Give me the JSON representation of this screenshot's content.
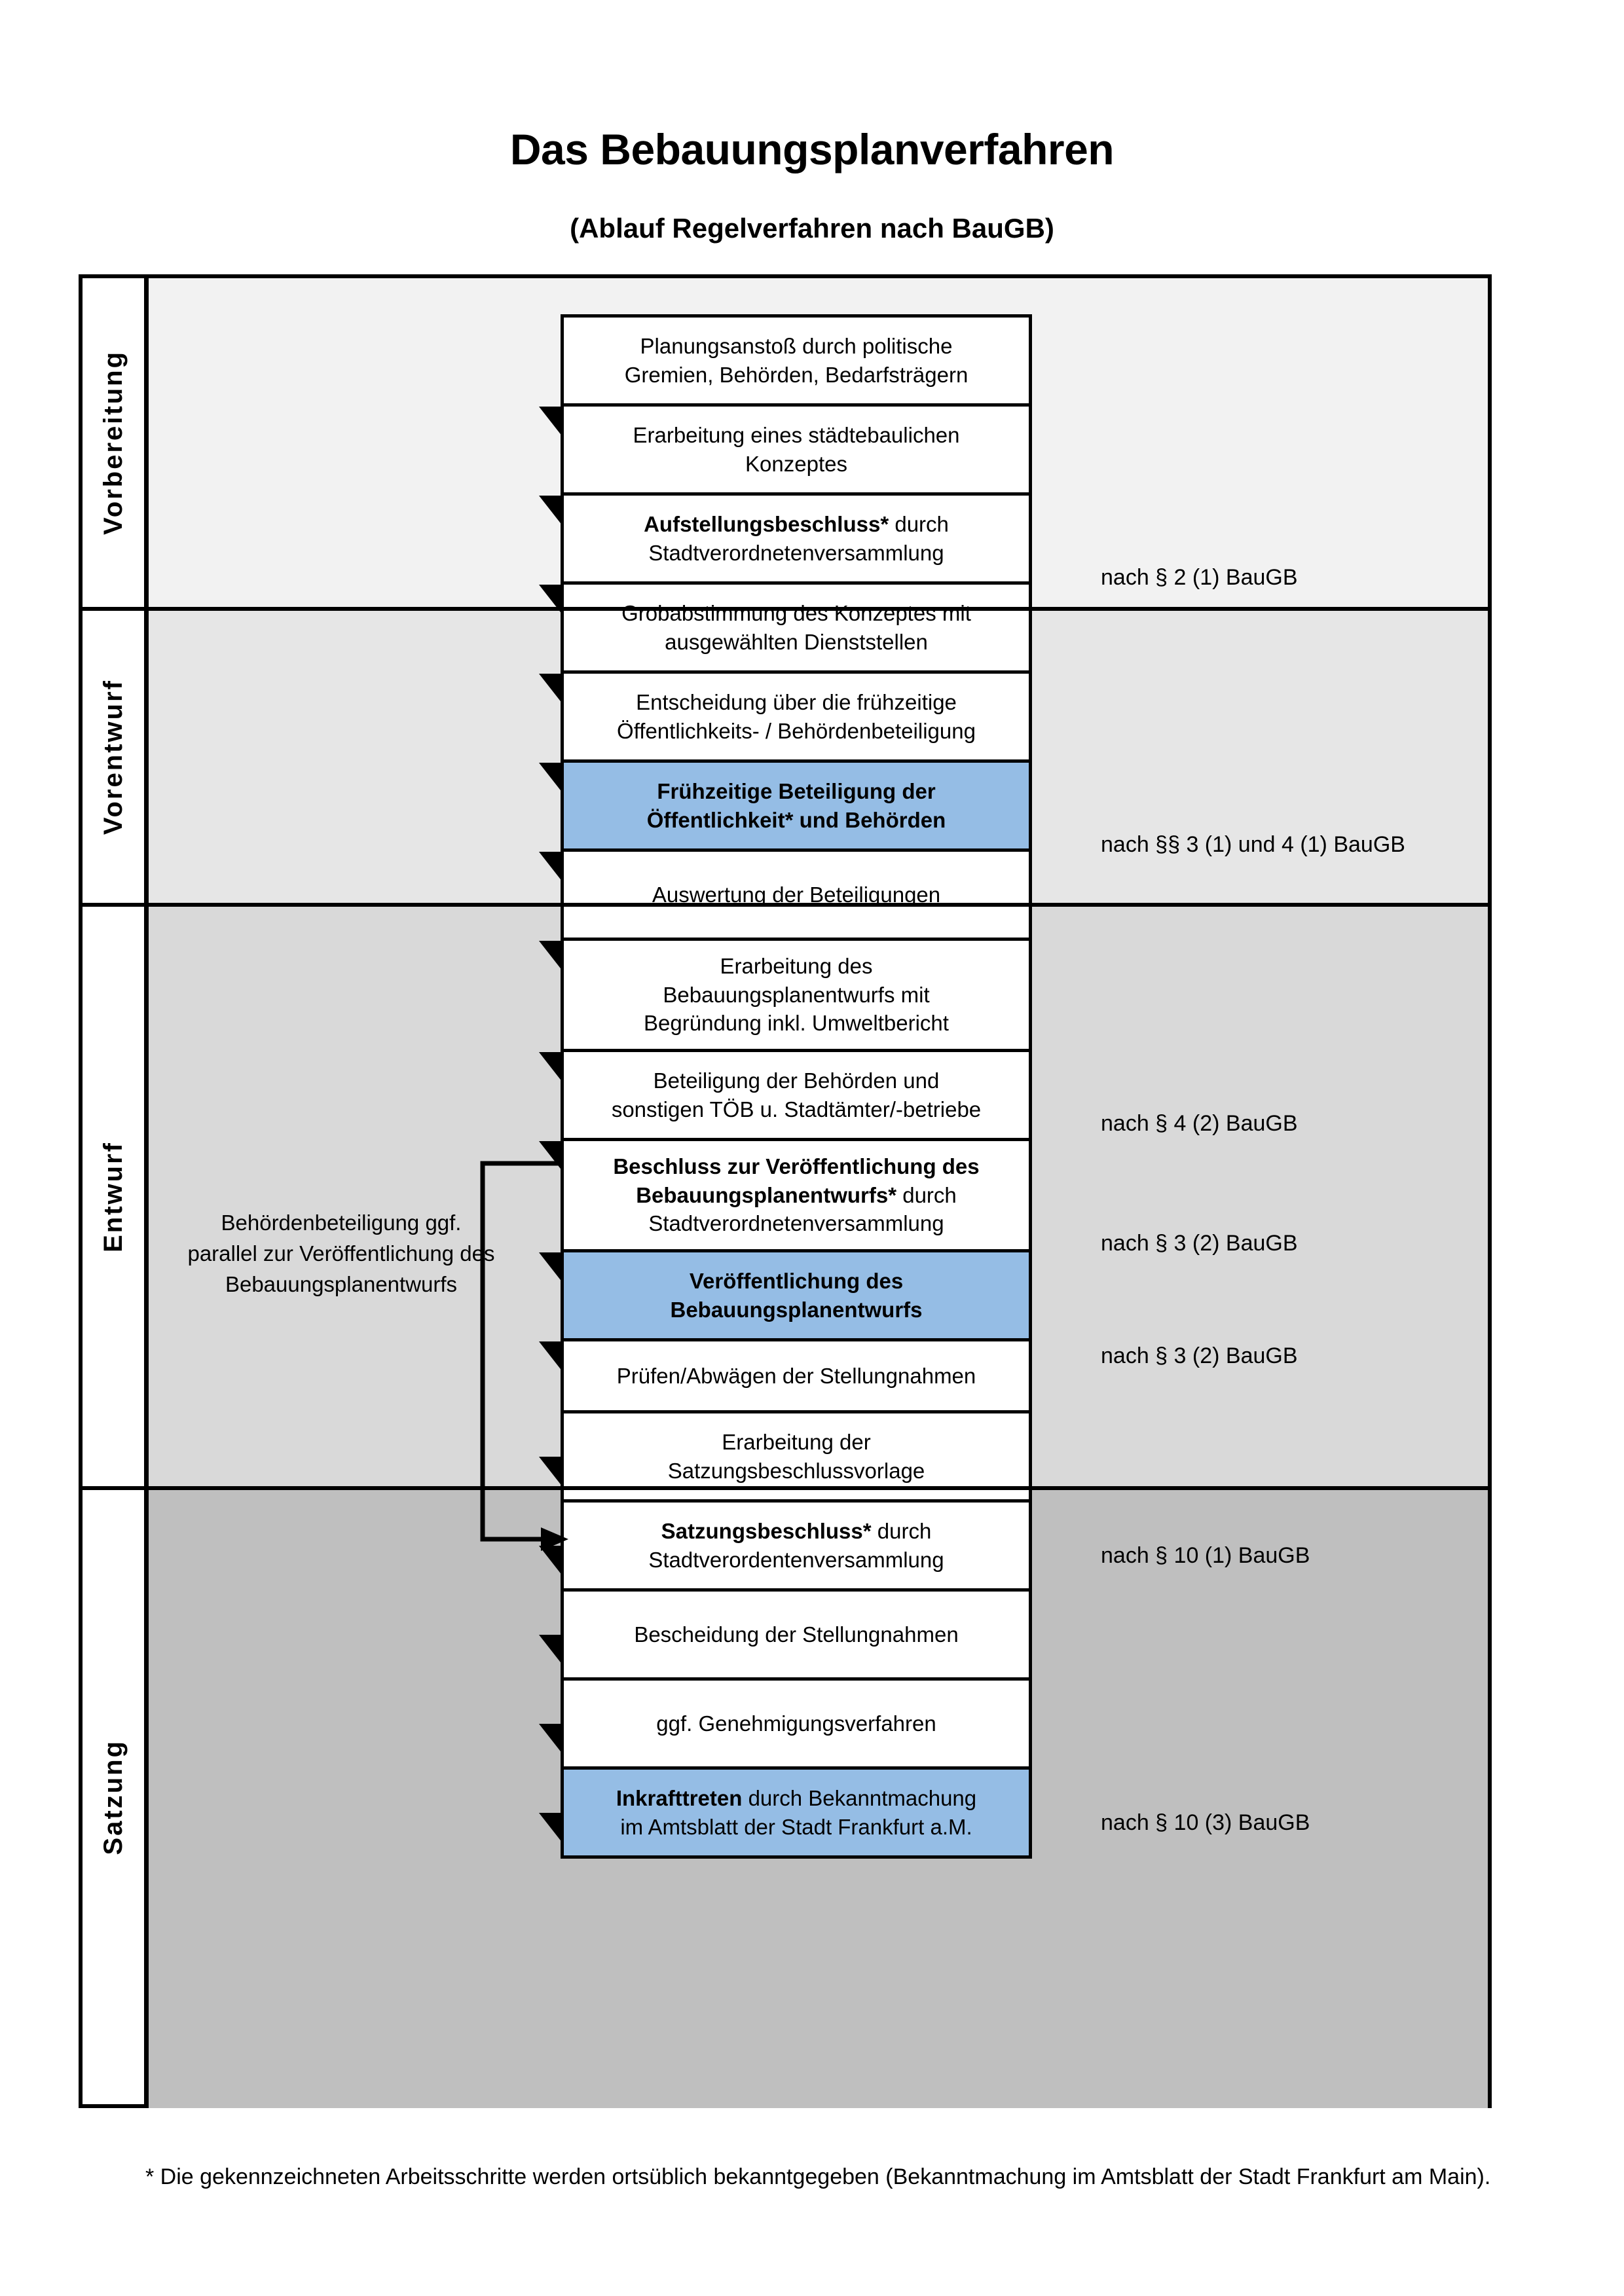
{
  "header": {
    "title": "Das Bebauungsplanverfahren",
    "subtitle": "(Ablauf Regelverfahren nach BauGB)"
  },
  "colors": {
    "highlight_box": "#95bde5",
    "band_vorbereitung": "#f2f2f2",
    "band_vorentwurf": "#e6e6e6",
    "band_entwurf": "#d9d9d9",
    "band_satzung": "#bfbfbf",
    "outline": "#000000"
  },
  "phases": [
    {
      "id": "vorbereitung",
      "label": "Vorbereitung"
    },
    {
      "id": "vorentwurf",
      "label": "Vorentwurf"
    },
    {
      "id": "entwurf",
      "label": "Entwurf"
    },
    {
      "id": "satzung",
      "label": "Satzung"
    }
  ],
  "steps": [
    {
      "id": "planungsanstoss",
      "phase": "vorbereitung",
      "highlight": false,
      "lines": [
        [
          {
            "t": "Planungsanstoß durch politische",
            "b": false
          }
        ],
        [
          {
            "t": "Gremien, Behörden, Bedarfsträgern",
            "b": false
          }
        ]
      ]
    },
    {
      "id": "staedtebauliches-konzept",
      "phase": "vorbereitung",
      "highlight": false,
      "lines": [
        [
          {
            "t": "Erarbeitung eines städtebaulichen",
            "b": false
          }
        ],
        [
          {
            "t": "Konzeptes",
            "b": false
          }
        ]
      ]
    },
    {
      "id": "aufstellungsbeschluss",
      "phase": "vorbereitung",
      "highlight": false,
      "lines": [
        [
          {
            "t": "Aufstellungsbeschluss*",
            "b": true
          },
          {
            "t": " durch",
            "b": false
          }
        ],
        [
          {
            "t": "Stadtverordnetenversammlung",
            "b": false
          }
        ]
      ]
    },
    {
      "id": "grobabstimmung",
      "phase": "vorentwurf",
      "highlight": false,
      "lines": [
        [
          {
            "t": "Grobabstimmung des Konzeptes mit",
            "b": false
          }
        ],
        [
          {
            "t": "ausgewählten Dienststellen",
            "b": false
          }
        ]
      ]
    },
    {
      "id": "entscheidung-fruehzeitige",
      "phase": "vorentwurf",
      "highlight": false,
      "lines": [
        [
          {
            "t": "Entscheidung über die frühzeitige",
            "b": false
          }
        ],
        [
          {
            "t": "Öffentlichkeits- / Behördenbeteiligung",
            "b": false
          }
        ]
      ]
    },
    {
      "id": "fruehzeitige-beteiligung",
      "phase": "vorentwurf",
      "highlight": true,
      "lines": [
        [
          {
            "t": "Frühzeitige Beteiligung der",
            "b": true
          }
        ],
        [
          {
            "t": "Öffentlichkeit* und Behörden",
            "b": true
          }
        ]
      ]
    },
    {
      "id": "auswertung-beteiligungen",
      "phase": "entwurf",
      "highlight": false,
      "lines": [
        [
          {
            "t": "Auswertung der Beteiligungen",
            "b": false
          }
        ]
      ]
    },
    {
      "id": "erarbeitung-entwurf",
      "phase": "entwurf",
      "highlight": false,
      "lines": [
        [
          {
            "t": "Erarbeitung des",
            "b": false
          }
        ],
        [
          {
            "t": "Bebauungsplanentwurfs mit",
            "b": false
          }
        ],
        [
          {
            "t": "Begründung inkl. Umweltbericht",
            "b": false
          }
        ]
      ]
    },
    {
      "id": "beteiligung-behoerden",
      "phase": "entwurf",
      "highlight": false,
      "lines": [
        [
          {
            "t": "Beteiligung der Behörden und",
            "b": false
          }
        ],
        [
          {
            "t": "sonstigen TÖB u. Stadtämter/-betriebe",
            "b": false
          }
        ]
      ]
    },
    {
      "id": "beschluss-veroeffentlichung",
      "phase": "entwurf",
      "highlight": false,
      "lines": [
        [
          {
            "t": "Beschluss zur Veröffentlichung des",
            "b": true
          }
        ],
        [
          {
            "t": "Bebauungsplanentwurfs*",
            "b": true
          },
          {
            "t": " durch",
            "b": false
          }
        ],
        [
          {
            "t": "Stadtverordnetenversammlung",
            "b": false
          }
        ]
      ]
    },
    {
      "id": "veroeffentlichung-entwurf",
      "phase": "entwurf",
      "highlight": true,
      "lines": [
        [
          {
            "t": "Veröffentlichung des",
            "b": true
          }
        ],
        [
          {
            "t": "Bebauungsplanentwurfs",
            "b": true
          }
        ]
      ]
    },
    {
      "id": "pruefen-abwaegen",
      "phase": "satzung",
      "highlight": false,
      "lines": [
        [
          {
            "t": "Prüfen/Abwägen der Stellungnahmen",
            "b": false
          }
        ]
      ]
    },
    {
      "id": "satzungsbeschlussvorlage",
      "phase": "satzung",
      "highlight": false,
      "lines": [
        [
          {
            "t": "Erarbeitung der",
            "b": false
          }
        ],
        [
          {
            "t": "Satzungsbeschlussvorlage",
            "b": false
          }
        ]
      ]
    },
    {
      "id": "satzungsbeschluss",
      "phase": "satzung",
      "highlight": false,
      "lines": [
        [
          {
            "t": "Satzungsbeschluss*",
            "b": true
          },
          {
            "t": " durch",
            "b": false
          }
        ],
        [
          {
            "t": "Stadtverordentenversammlung",
            "b": false
          }
        ]
      ]
    },
    {
      "id": "bescheidung-stellungnahmen",
      "phase": "satzung",
      "highlight": false,
      "lines": [
        [
          {
            "t": "Bescheidung der Stellungnahmen",
            "b": false
          }
        ]
      ]
    },
    {
      "id": "genehmigungsverfahren",
      "phase": "satzung",
      "highlight": false,
      "lines": [
        [
          {
            "t": "ggf. Genehmigungsverfahren",
            "b": false
          }
        ]
      ]
    },
    {
      "id": "inkrafttreten",
      "phase": "satzung",
      "highlight": true,
      "lines": [
        [
          {
            "t": "Inkrafttreten",
            "b": true
          },
          {
            "t": " durch Bekanntmachung",
            "b": false
          }
        ],
        [
          {
            "t": "im Amtsblatt der Stadt Frankfurt a.M.",
            "b": false
          }
        ]
      ]
    }
  ],
  "side_notes": [
    {
      "id": "note-par2-1",
      "text": "nach § 2 (1) BauGB"
    },
    {
      "id": "note-par3-4-1",
      "text": "nach §§ 3 (1) und 4 (1) BauGB"
    },
    {
      "id": "note-par4-2",
      "text": "nach § 4 (2) BauGB"
    },
    {
      "id": "note-par3-2-a",
      "text": "nach § 3 (2) BauGB"
    },
    {
      "id": "note-par3-2-b",
      "text": "nach § 3 (2) BauGB"
    },
    {
      "id": "note-par10-1",
      "text": "nach § 10 (1) BauGB"
    },
    {
      "id": "note-par10-3",
      "text": "nach § 10 (3) BauGB"
    }
  ],
  "parallel_note": "Behördenbeteiligung ggf. parallel zur Veröffentlichung des Bebauungsplanentwurfs",
  "parallel_note_lines": [
    "Behördenbeteiligung",
    "ggf. parallel zur",
    "Veröffentlichung des",
    "Bebauungsplanentwurfs"
  ],
  "footnote": "* Die gekennzeichneten Arbeitsschritte werden ortsüblich bekanntgegeben (Bekanntmachung im Amtsblatt  der Stadt Frankfurt am Main)."
}
